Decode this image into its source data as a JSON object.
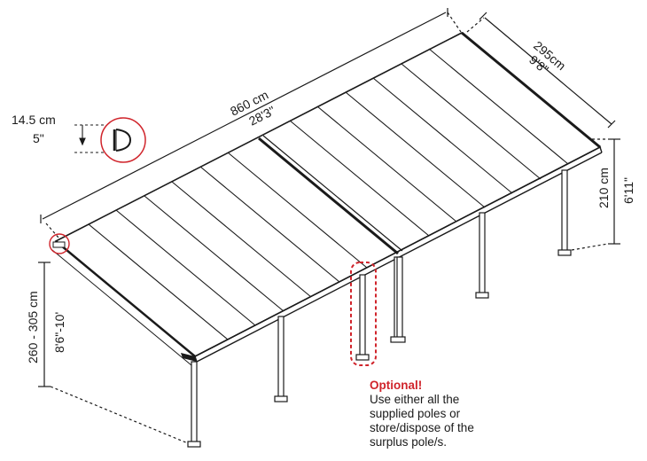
{
  "dimensions": {
    "length_cm": "860 cm",
    "length_ft": "28'3\"",
    "depth_cm": "295cm",
    "depth_ft": "9'8\"",
    "low_height_cm": "210 cm",
    "low_height_ft": "6'11\"",
    "high_height_cm": "260 - 305 cm",
    "high_height_ft": "8'6\"-10'",
    "profile_cm": "14.5 cm",
    "profile_in": "5\""
  },
  "note": {
    "title": "Optional!",
    "lines": [
      "Use either all the",
      "supplied poles or",
      "store/dispose of the",
      "surplus pole/s."
    ]
  },
  "colors": {
    "line": "#1a1a1a",
    "highlight_red": "#d0242b",
    "panel_fill": "#ffffff"
  }
}
